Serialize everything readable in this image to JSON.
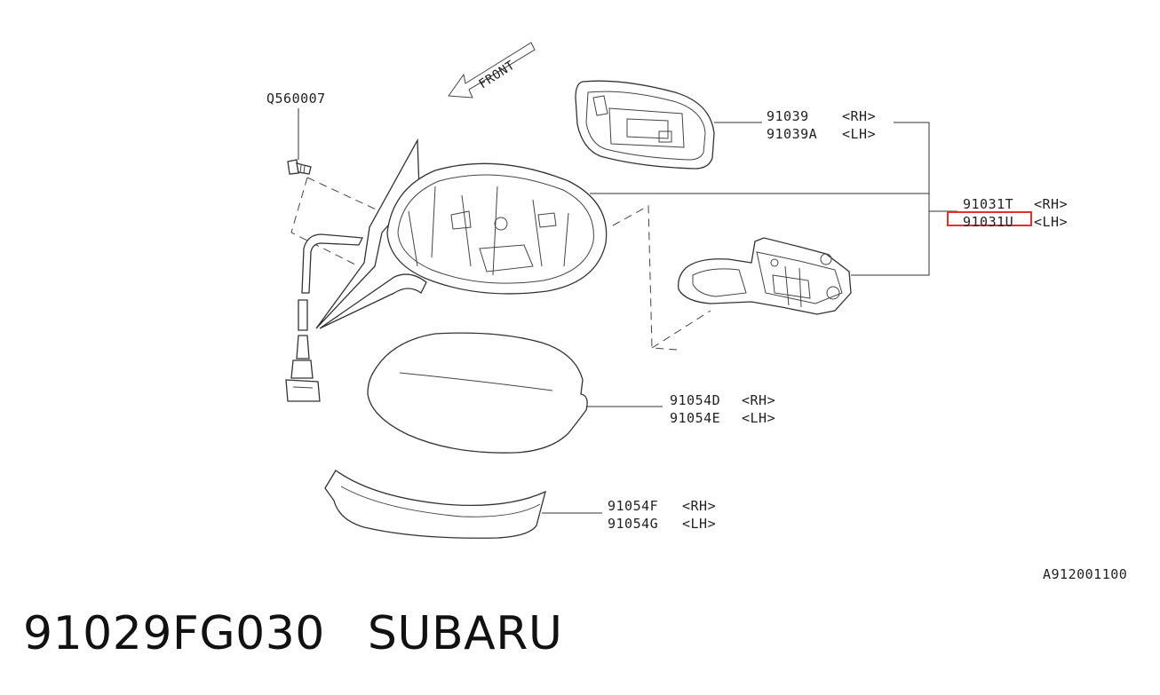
{
  "diagram": {
    "front_label": "FRONT",
    "bolt_code": "Q560007",
    "drawing_code": "A912001100",
    "highlight_color": "#e03030",
    "parts": [
      {
        "code": "91039",
        "side": "<RH>"
      },
      {
        "code": "91039A",
        "side": "<LH>"
      },
      {
        "code": "91031T",
        "side": "<RH>"
      },
      {
        "code": "91031U",
        "side": "<LH>",
        "highlighted": true
      },
      {
        "code": "91054D",
        "side": "<RH>"
      },
      {
        "code": "91054E",
        "side": "<LH>"
      },
      {
        "code": "91054F",
        "side": "<RH>"
      },
      {
        "code": "91054G",
        "side": "<LH>"
      }
    ]
  },
  "caption": {
    "part_number": "91029FG030",
    "brand": "SUBARU"
  }
}
